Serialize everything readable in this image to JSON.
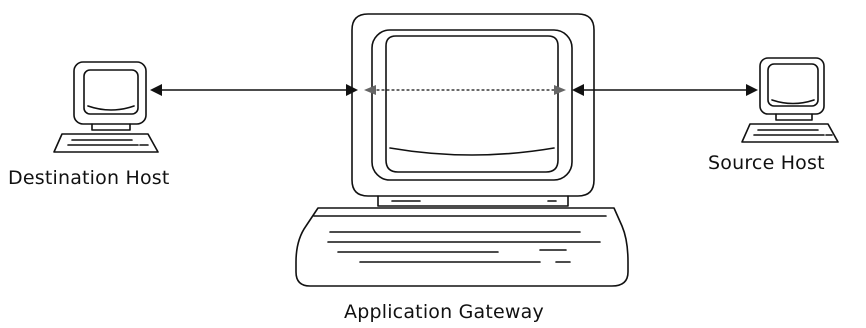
{
  "labels": {
    "destination_host": "Destination Host",
    "source_host": "Source Host",
    "application_gateway": "Application Gateway"
  },
  "colors": {
    "line": "#111111",
    "background": "#ffffff"
  },
  "icons": {
    "destination": "computer-icon",
    "source": "computer-icon",
    "gateway": "computer-icon"
  }
}
